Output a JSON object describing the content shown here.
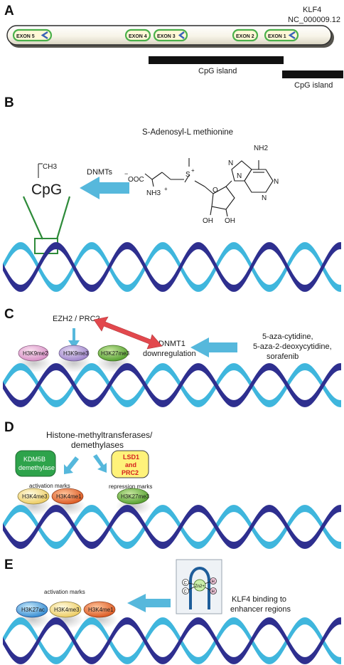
{
  "panel_a": {
    "letter": "A",
    "gene": "KLF4",
    "accession": "NC_000009.12",
    "exons": [
      "EXON 5",
      "EXON 4",
      "EXON 3",
      "EXON 2",
      "EXON 1"
    ],
    "cpg_label_1": "CpG island",
    "cpg_label_2": "CpG island"
  },
  "panel_b": {
    "letter": "B",
    "compound": "S-Adenosyl-L methionine",
    "enzyme": "DNMTs",
    "ch3": "CH3",
    "cpg": "CpG",
    "atoms": {
      "nh2": "NH2",
      "n": "N",
      "o": "O",
      "oh": "OH",
      "ooc": "OOC",
      "nh3": "NH3",
      "s": "S",
      "minus": "−",
      "plus": "+"
    }
  },
  "panel_c": {
    "letter": "C",
    "complex": "EZH2 / PRC2",
    "dnmt1_line1": "DNMT1",
    "dnmt1_line2": "downregulation",
    "drugs_line1": "5-aza-cytidine,",
    "drugs_line2": "5-aza-2-deoxycytidine,",
    "drugs_line3": "sorafenib",
    "marks": [
      "H3K9me2",
      "H3K9me3",
      "H3K27me3"
    ]
  },
  "panel_d": {
    "letter": "D",
    "heading_line1": "Histone-methyltransferases/",
    "heading_line2": "demethylases",
    "kdm_line1": "KDM5B",
    "kdm_line2": "demethylase",
    "lsd_line1": "LSD1",
    "lsd_line2": "and",
    "lsd_line3": "PRC2",
    "activation_label": "activation marks",
    "repression_label": "repression marks",
    "marks": [
      "H3K4me3",
      "H3K4me1",
      "H3K27me3"
    ]
  },
  "panel_e": {
    "letter": "E",
    "activation_label": "activation marks",
    "binding_line1": "KLF4 binding to",
    "binding_line2": "enhancer regions",
    "zinc": "Zn2+",
    "residue_c": "C",
    "residue_h": "H",
    "marks": [
      "H3K27ac",
      "H3K4me3",
      "H3K4me1"
    ]
  },
  "colors": {
    "helix_dark": "#2e2f8f",
    "helix_light": "#3fb6dd",
    "arrow_blue": "#56b8dc",
    "arrow_red": "#e2484d",
    "exon_green": "#49b04a",
    "kdm_green": "#2ea34b",
    "lsd_yellow": "#fff27a"
  }
}
